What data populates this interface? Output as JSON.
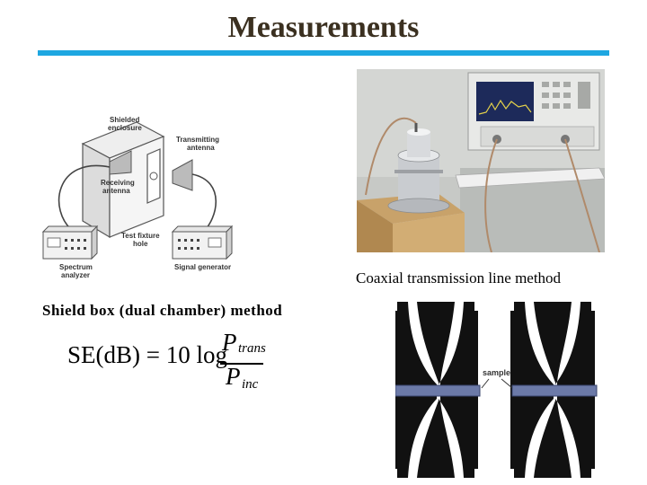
{
  "slide": {
    "title": "Measurements",
    "accent_color": "#1ea7e1"
  },
  "captions": {
    "coaxial": "Coaxial transmission line method",
    "shield_box": "Shield box (dual chamber) method"
  },
  "diagram": {
    "labels": {
      "enclosure_1": "Shielded",
      "enclosure_2": "enclosure",
      "tx_1": "Transmitting",
      "tx_2": "antenna",
      "rx_1": "Receiving",
      "rx_2": "antenna",
      "hole_1": "Test fixture",
      "hole_2": "hole",
      "spectrum_1": "Spectrum",
      "spectrum_2": "analyzer",
      "signal": "Signal generator"
    }
  },
  "cross_section": {
    "sample_label": "sample"
  },
  "formula": {
    "lhs": "SE(dB) = 10 log",
    "numerator_symbol": "P",
    "numerator_sub": "trans",
    "denominator_symbol": "P",
    "denominator_sub": "inc"
  }
}
